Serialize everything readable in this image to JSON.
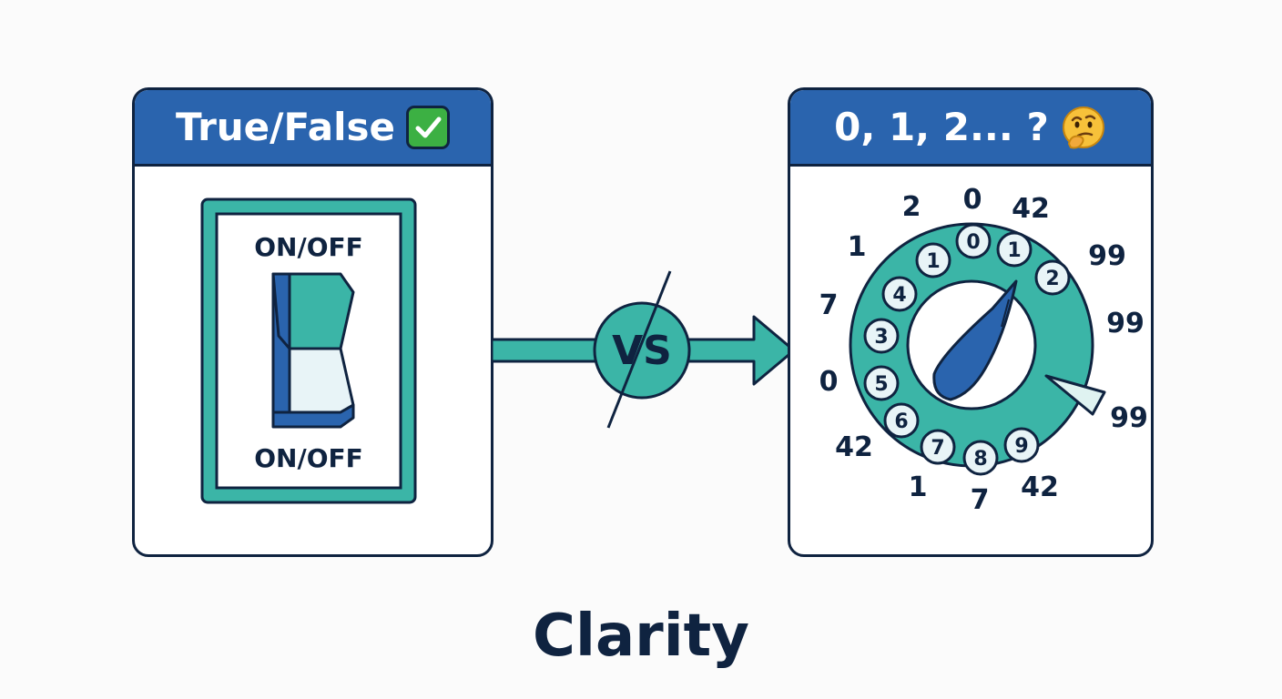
{
  "left_panel": {
    "title": "True/False",
    "title_icon": "check-mark-icon",
    "switch_label_top": "ON/OFF",
    "switch_label_bottom": "ON/OFF"
  },
  "right_panel": {
    "title": "0, 1, 2... ?",
    "title_icon": "thinking-face-icon",
    "dial_ring_numbers": [
      "0",
      "1",
      "2",
      "9",
      "8",
      "7",
      "6",
      "5",
      "3",
      "4",
      "1"
    ],
    "outer_numbers": [
      "0",
      "42",
      "99",
      "99",
      "99",
      "42",
      "7",
      "1",
      "42",
      "0",
      "7",
      "1",
      "2"
    ]
  },
  "connector": {
    "label": "VS"
  },
  "caption": "Clarity",
  "colors": {
    "navy": "#0f2340",
    "blue": "#2a64ae",
    "teal": "#3bb5a7",
    "light_teal": "#dff3f1",
    "pale": "#e8f4f7",
    "white": "#ffffff"
  }
}
